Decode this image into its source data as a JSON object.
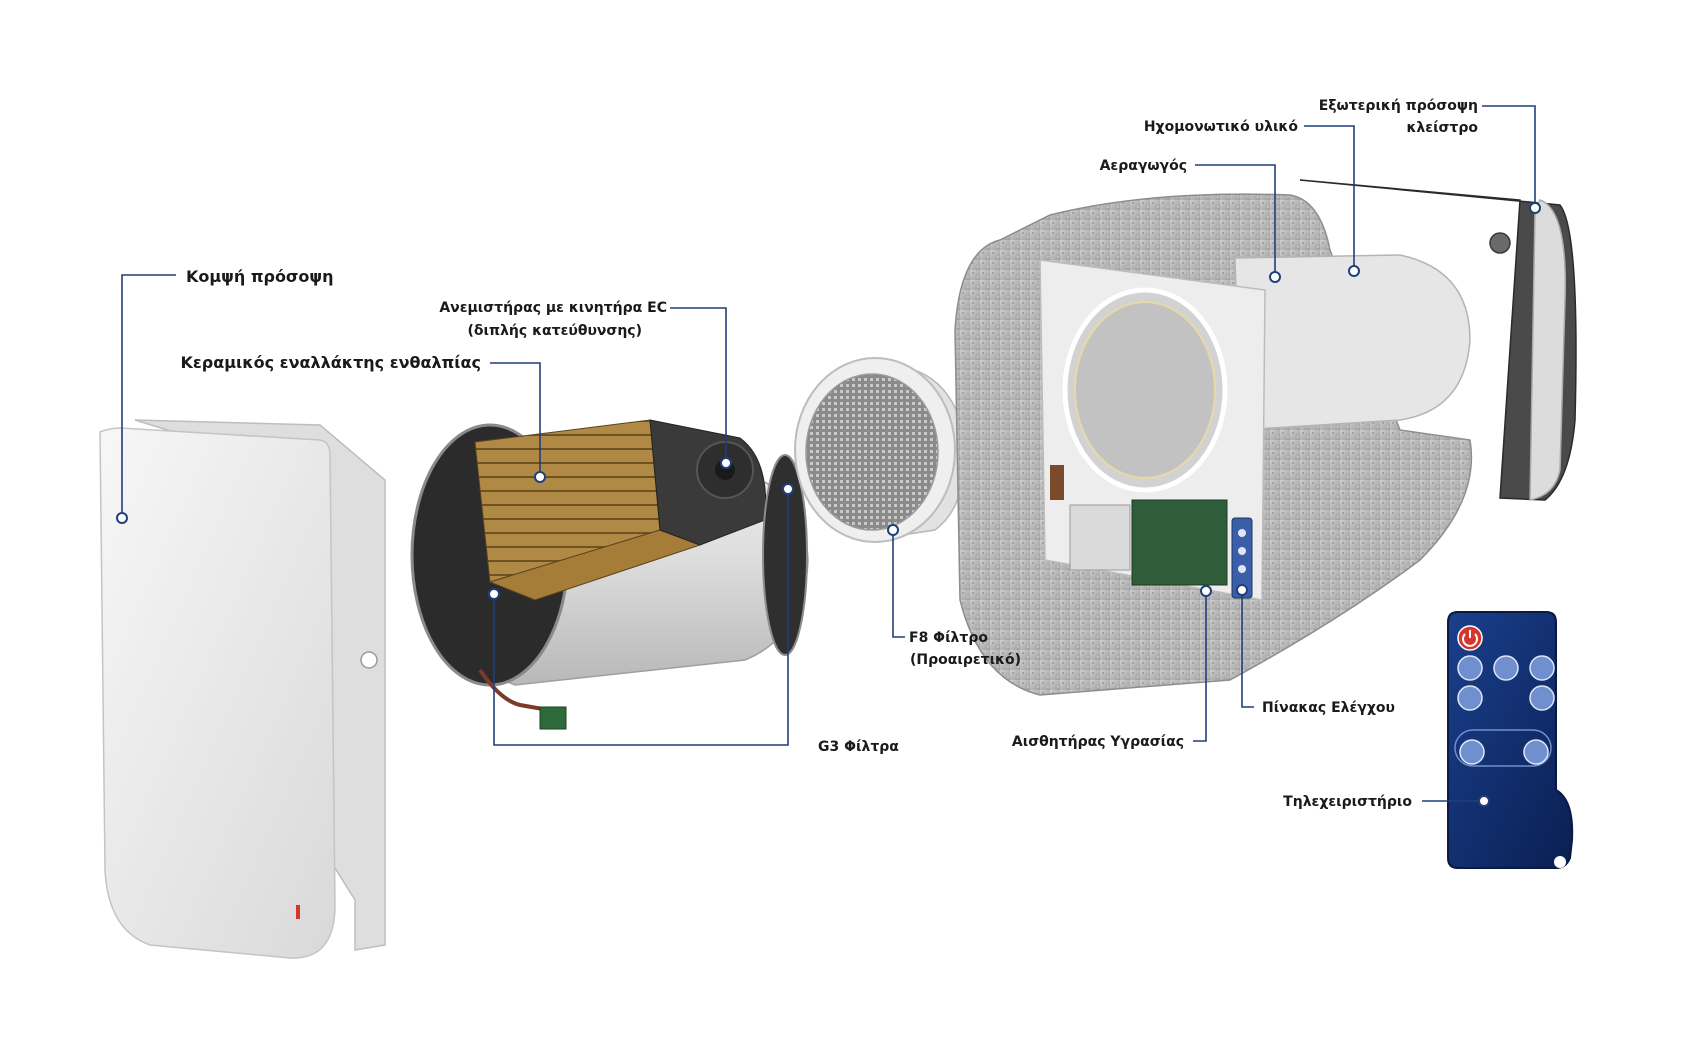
{
  "callouts": {
    "front_panel": "Κομψή πρόσοψη",
    "fan_line1": "Ανεμιστήρας με κινητήρα EC",
    "fan_line2": "(διπλής κατεύθυνσης)",
    "heat_exchanger": "Κεραμικός εναλλάκτης ενθαλπίας",
    "g3_filters": "G3 Φίλτρα",
    "f8_line1": "F8 Φίλτρο",
    "f8_line2": "(Προαιρετικό)",
    "sound_insulation": "Ηχομονωτικό υλικό",
    "outer_hood_line1": "Εξωτερική πρόσοψη",
    "outer_hood_line2": "κλείστρο",
    "air_duct": "Αεραγωγός",
    "humidity_sensor": "Αισθητήρας Υγρασίας",
    "control_board": "Πίνακας Ελέγχου",
    "remote_control": "Τηλεχειριστήριο"
  },
  "colors": {
    "leader": "#1f3f7a",
    "remote_body": "#0d2a66",
    "remote_power": "#d6352b",
    "foam": "#b9b9b9",
    "ceramic": "#b08a45",
    "plastic": "#eeeeee"
  }
}
